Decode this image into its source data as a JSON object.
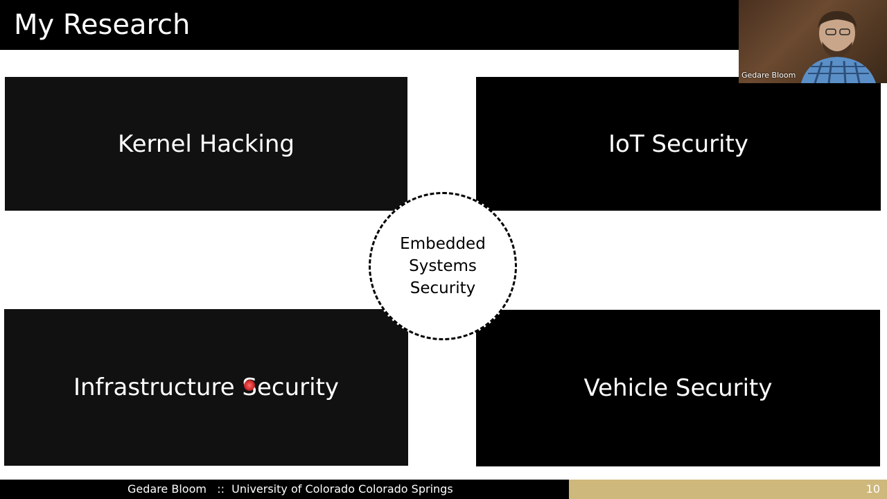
{
  "slide": {
    "title": "My Research",
    "tiles": {
      "kernel": "Kernel Hacking",
      "iot": "IoT Security",
      "infrastructure": "Infrastructure Security",
      "vehicle": "Vehicle Security"
    },
    "center": {
      "lines": [
        "Embedded",
        "Systems",
        "Security"
      ]
    }
  },
  "footer": {
    "text": "Gedare Bloom   ::  University of Colorado Colorado Springs",
    "page_number": "10",
    "accent_color": "#cfb87c"
  },
  "video": {
    "participant_name": "Gedare Bloom"
  }
}
